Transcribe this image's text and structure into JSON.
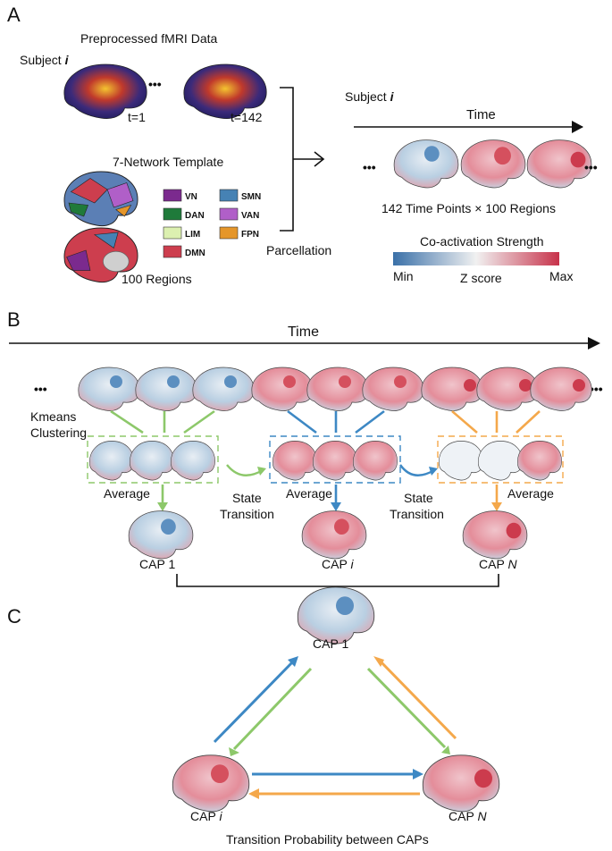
{
  "panels": {
    "a": "A",
    "b": "B",
    "c": "C"
  },
  "panel_a": {
    "fmri_title": "Preprocessed fMRI Data",
    "subject_word": "Subject ",
    "subject_var": "i",
    "ellipsis": "•••",
    "t_first": "t=1",
    "t_last": "t=142",
    "template_title": "7-Network Template",
    "regions": "100 Regions",
    "parcellation": "Parcellation",
    "time": "Time",
    "tp_regions": "142 Time Points × 100 Regions",
    "coact_title": "Co-activation Strength",
    "min": "Min",
    "zscore": "Z score",
    "max": "Max",
    "networks": [
      {
        "abbr": "VN",
        "color": "#7b2a8e"
      },
      {
        "abbr": "SMN",
        "color": "#4682b4"
      },
      {
        "abbr": "DAN",
        "color": "#1f7a3a"
      },
      {
        "abbr": "VAN",
        "color": "#b05fc8"
      },
      {
        "abbr": "LIM",
        "color": "#dcf0b0"
      },
      {
        "abbr": "FPN",
        "color": "#e5962a"
      },
      {
        "abbr": "DMN",
        "color": "#cd3e4e"
      }
    ]
  },
  "panel_b": {
    "time": "Time",
    "kmeans_line1": "Kmeans",
    "kmeans_line2": "Clustering",
    "average": "Average",
    "state_line1": "State",
    "state_line2": "Transition",
    "cap_word": "CAP ",
    "cap1_num": "1",
    "capi_var": "i",
    "capn_var": "N"
  },
  "panel_c": {
    "caption": "Transition Probability between CAPs"
  },
  "colors": {
    "green": "#8dc86a",
    "blue": "#3d88c4",
    "orange": "#f4a84b",
    "colorbar_low": "#3a70a8",
    "colorbar_mid": "#f1f1f1",
    "colorbar_high": "#c7324a"
  }
}
